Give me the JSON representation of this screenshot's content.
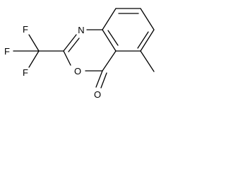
{
  "molecule": {
    "atoms": {
      "n1": "N",
      "o3": "O",
      "o_carbonyl": "O",
      "f1": "F",
      "f2": "F",
      "f3": "F"
    }
  },
  "colors": {
    "bond": "#000000",
    "label": "#000000",
    "background": "#ffffff"
  }
}
